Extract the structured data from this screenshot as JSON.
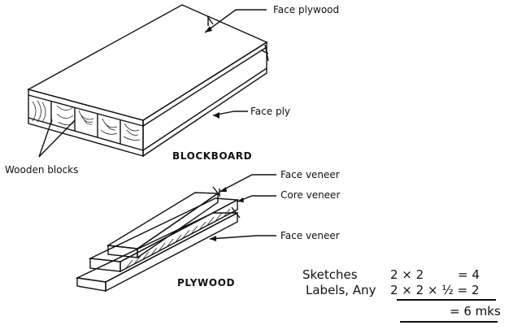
{
  "labels": {
    "face_plywood": "Face plywood",
    "face_ply": "Face ply",
    "wooden_blocks": "Wooden blocks",
    "blockboard_title": "BLOCKBOARD",
    "face_veneer_top": "Face veneer",
    "core_veneer": "Core veneer",
    "face_veneer_bottom": "Face veneer",
    "plywood_title": "PLYWOOD"
  },
  "marks": {
    "row1_label": "Sketches",
    "row1_expr": "2 × 2",
    "row1_result": "= 4",
    "row2_label": "Labels, Any",
    "row2_expr": "2 × 2 × ½ = 2",
    "total": "= 6 mks"
  }
}
